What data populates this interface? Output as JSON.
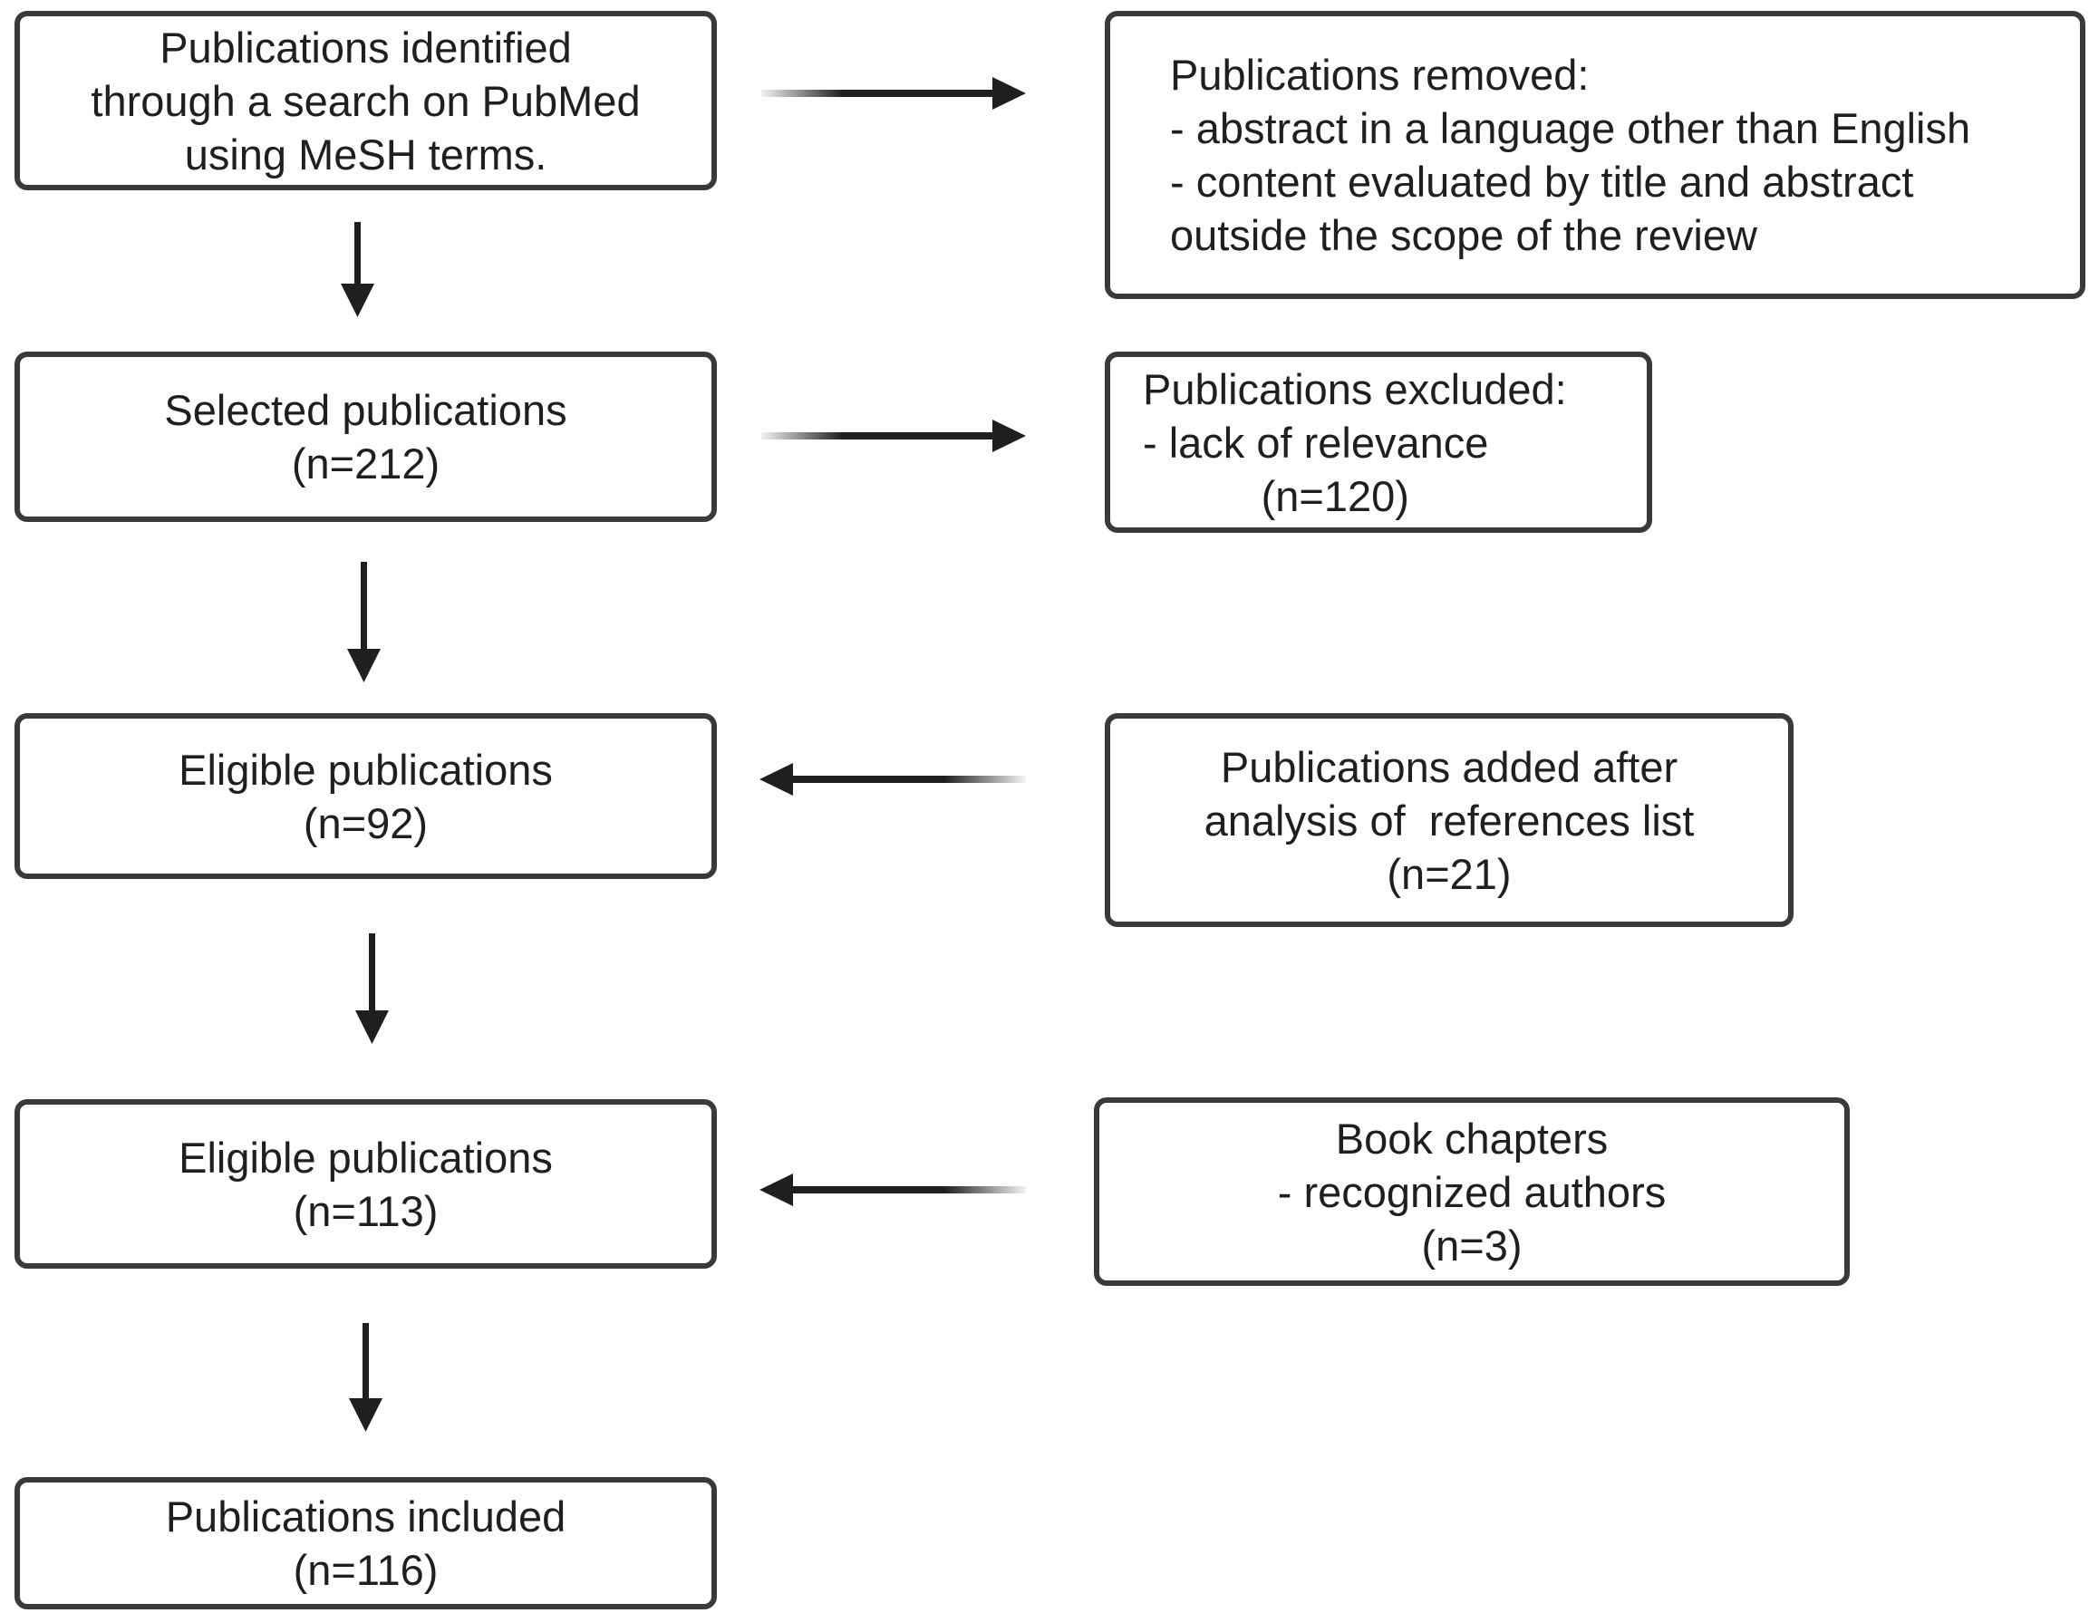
{
  "boxes": {
    "identified": {
      "lines": [
        "Publications identified",
        "through a search on PubMed",
        "using MeSH terms."
      ]
    },
    "removed": {
      "lines": [
        "Publications removed:",
        "- abstract in a language other than English",
        "- content evaluated by title and abstract",
        "outside the scope of the review"
      ]
    },
    "selected": {
      "lines": [
        "Selected publications",
        "(n=212)"
      ]
    },
    "excluded": {
      "lines": [
        "Publications excluded:",
        "- lack of relevance",
        "          (n=120)"
      ]
    },
    "eligible_1": {
      "lines": [
        "Eligible publications",
        "(n=92)"
      ]
    },
    "added": {
      "lines": [
        "Publications added after",
        "analysis of  references list",
        "(n=21)"
      ]
    },
    "eligible_2": {
      "lines": [
        "Eligible publications",
        "(n=113)"
      ]
    },
    "book_chapters": {
      "lines": [
        "Book chapters",
        "- recognized authors",
        "(n=3)"
      ]
    },
    "included": {
      "lines": [
        "Publications included",
        "(n=116)"
      ]
    }
  },
  "colors": {
    "border": "#3a3a3a",
    "arrow": "#1f1f1f",
    "text": "#1f1f1f"
  }
}
